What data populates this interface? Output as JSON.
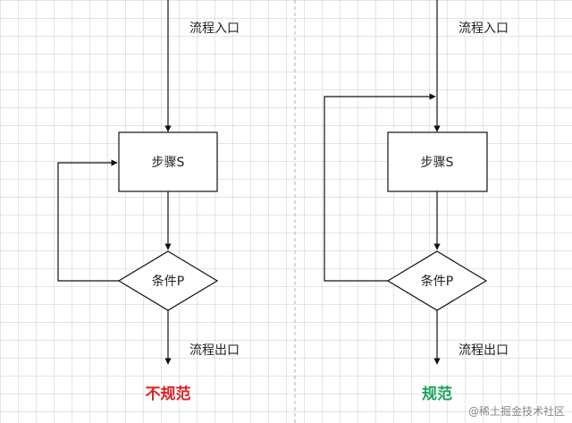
{
  "left_diagram": {
    "entry_label": "流程入口",
    "step_label": "步骤S",
    "condition_label": "条件P",
    "exit_label": "流程出口",
    "caption": "不规范"
  },
  "right_diagram": {
    "entry_label": "流程入口",
    "step_label": "步骤S",
    "condition_label": "条件P",
    "exit_label": "流程出口",
    "caption": "规范"
  },
  "watermark": "@稀土掘金技术社区",
  "colors": {
    "line": "#111111",
    "shape_fill": "#ffffff",
    "divider": "#b0b0b0",
    "caption_bad": "#e02020",
    "caption_good": "#19a35a",
    "grid": "#e6e6e6"
  }
}
